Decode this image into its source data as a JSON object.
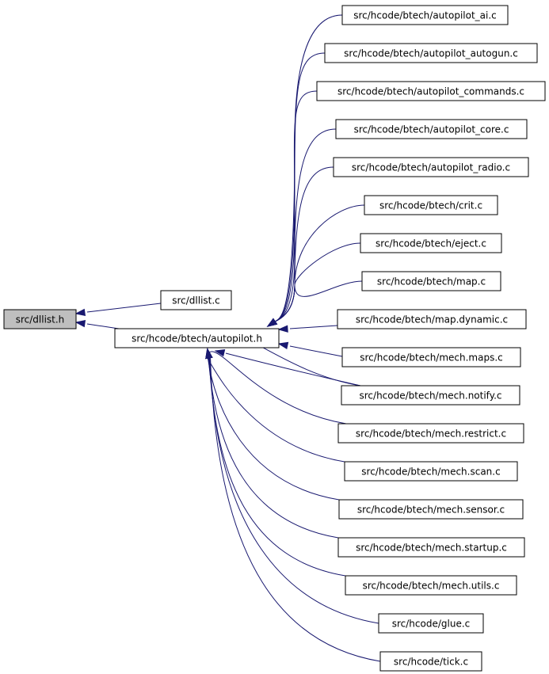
{
  "graph": {
    "edge_color": "#191970",
    "root_fill": "#bfbfbf",
    "nodes": {
      "root": "src/dllist.h",
      "dllist_c": "src/dllist.c",
      "autopilot_h": "src/hcode/btech/autopilot.h",
      "autopilot_ai": "src/hcode/btech/autopilot_ai.c",
      "autopilot_autogun": "src/hcode/btech/autopilot_autogun.c",
      "autopilot_commands": "src/hcode/btech/autopilot_commands.c",
      "autopilot_core": "src/hcode/btech/autopilot_core.c",
      "autopilot_radio": "src/hcode/btech/autopilot_radio.c",
      "crit": "src/hcode/btech/crit.c",
      "eject": "src/hcode/btech/eject.c",
      "map": "src/hcode/btech/map.c",
      "map_dynamic": "src/hcode/btech/map.dynamic.c",
      "mech_maps": "src/hcode/btech/mech.maps.c",
      "mech_notify": "src/hcode/btech/mech.notify.c",
      "mech_restrict": "src/hcode/btech/mech.restrict.c",
      "mech_scan": "src/hcode/btech/mech.scan.c",
      "mech_sensor": "src/hcode/btech/mech.sensor.c",
      "mech_startup": "src/hcode/btech/mech.startup.c",
      "mech_utils": "src/hcode/btech/mech.utils.c",
      "glue": "src/hcode/glue.c",
      "tick": "src/hcode/tick.c"
    }
  }
}
